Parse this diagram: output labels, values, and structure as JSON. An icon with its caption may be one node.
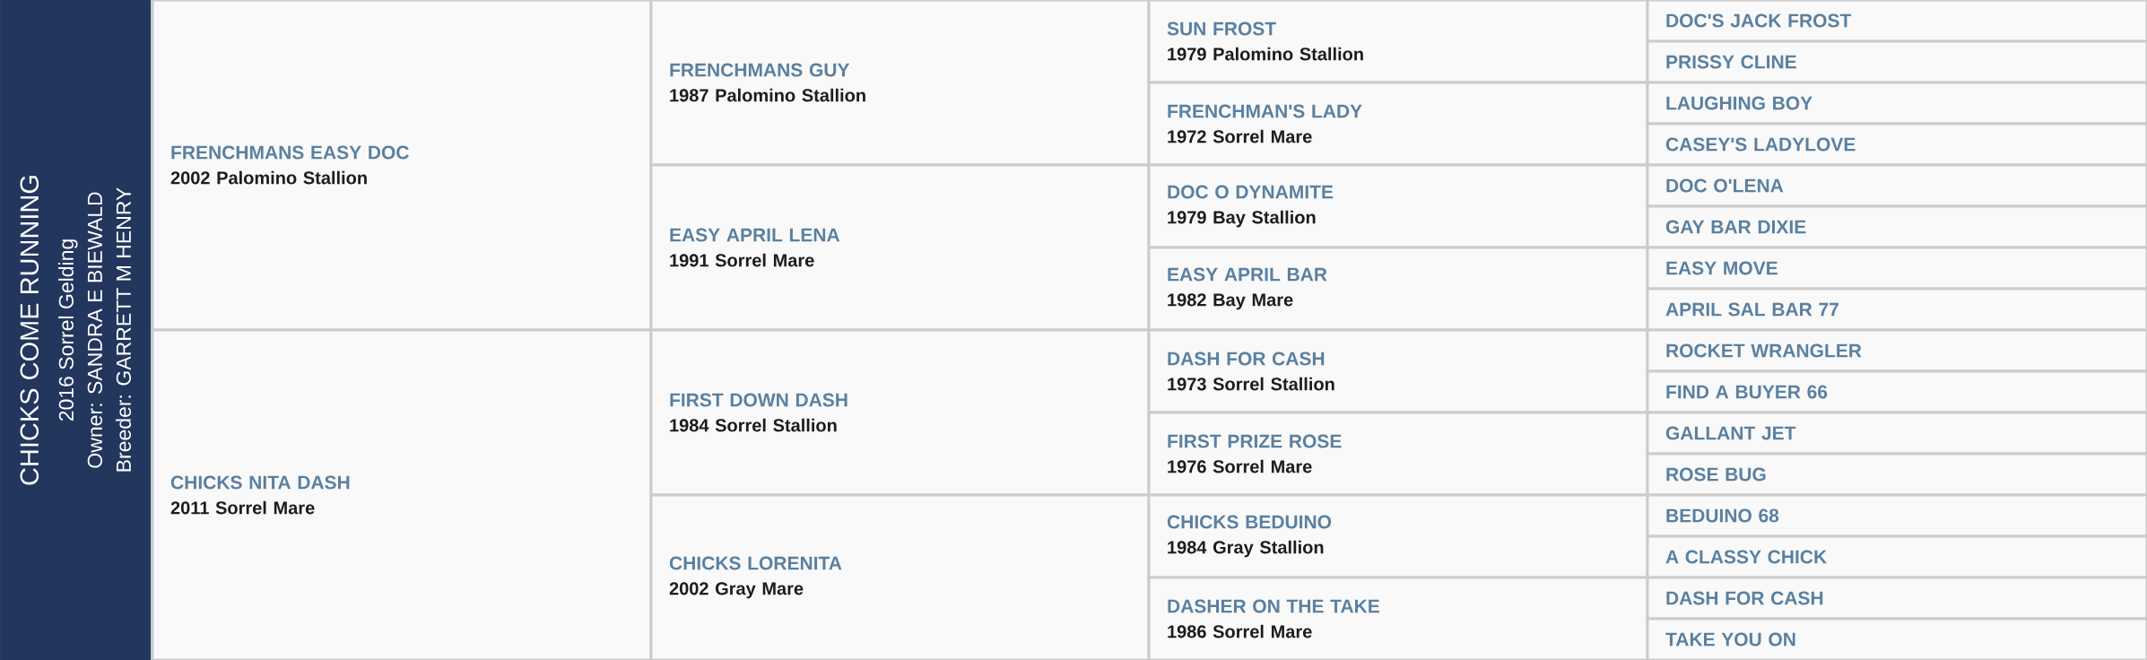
{
  "diagram": {
    "nodes": [
      {
        "text": [
          "CHICKS COME RUNNING",
          "2016 Sorrel Gelding",
          "Owner: SANDRA E BIEWALD",
          "Breeder: GARRETT M HENRY"
        ]
      },
      {
        "text": [
          "FRENCHMANS EASY DOC",
          "2002 Palomino Stallion"
        ]
      },
      {
        "text": [
          "CHICKS NITA DASH",
          "2011 Sorrel Mare"
        ]
      },
      {
        "text": [
          "FRENCHMANS GUY",
          "1987 Palomino Stallion"
        ]
      },
      {
        "text": [
          "EASY APRIL LENA",
          "1991 Sorrel Mare"
        ]
      },
      {
        "text": [
          "FIRST DOWN DASH",
          "1984 Sorrel Stallion"
        ]
      },
      {
        "text": [
          "CHICKS LORENITA",
          "2002 Gray Mare"
        ]
      },
      {
        "text": [
          "SUN FROST",
          "1979 Palomino Stallion"
        ]
      },
      {
        "text": [
          "FRENCHMAN'S LADY",
          "1972 Sorrel Mare"
        ]
      },
      {
        "text": [
          "DOC O DYNAMITE",
          "1979 Bay Stallion"
        ]
      },
      {
        "text": [
          "EASY APRIL BAR",
          "1982 Bay Mare"
        ]
      },
      {
        "text": [
          "DASH FOR CASH",
          "1973 Sorrel Stallion"
        ]
      },
      {
        "text": [
          "FIRST PRIZE ROSE",
          "1976 Sorrel Mare"
        ]
      },
      {
        "text": [
          "CHICKS BEDUINO",
          "1984 Gray Stallion"
        ]
      },
      {
        "text": [
          "DASHER ON THE TAKE",
          "1986 Sorrel Mare"
        ]
      },
      {
        "text": [
          "DOC'S JACK FROST"
        ]
      },
      {
        "text": [
          "PRISSY CLINE"
        ]
      },
      {
        "text": [
          "LAUGHING BOY"
        ]
      },
      {
        "text": [
          "CASEY'S LADYLOVE"
        ]
      },
      {
        "text": [
          "DOC O'LENA"
        ]
      },
      {
        "text": [
          "GAY BAR DIXIE"
        ]
      },
      {
        "text": [
          "EASY MOVE"
        ]
      },
      {
        "text": [
          "APRIL SAL BAR 77"
        ]
      },
      {
        "text": [
          "ROCKET WRANGLER"
        ]
      },
      {
        "text": [
          "FIND A BUYER 66"
        ]
      },
      {
        "text": [
          "GALLANT JET"
        ]
      },
      {
        "text": [
          "ROSE BUG"
        ]
      },
      {
        "text": [
          "BEDUINO 68"
        ]
      },
      {
        "text": [
          "A CLASSY CHICK"
        ]
      },
      {
        "text": [
          "DASH FOR CASH"
        ]
      },
      {
        "text": [
          "TAKE YOU ON"
        ]
      }
    ]
  }
}
